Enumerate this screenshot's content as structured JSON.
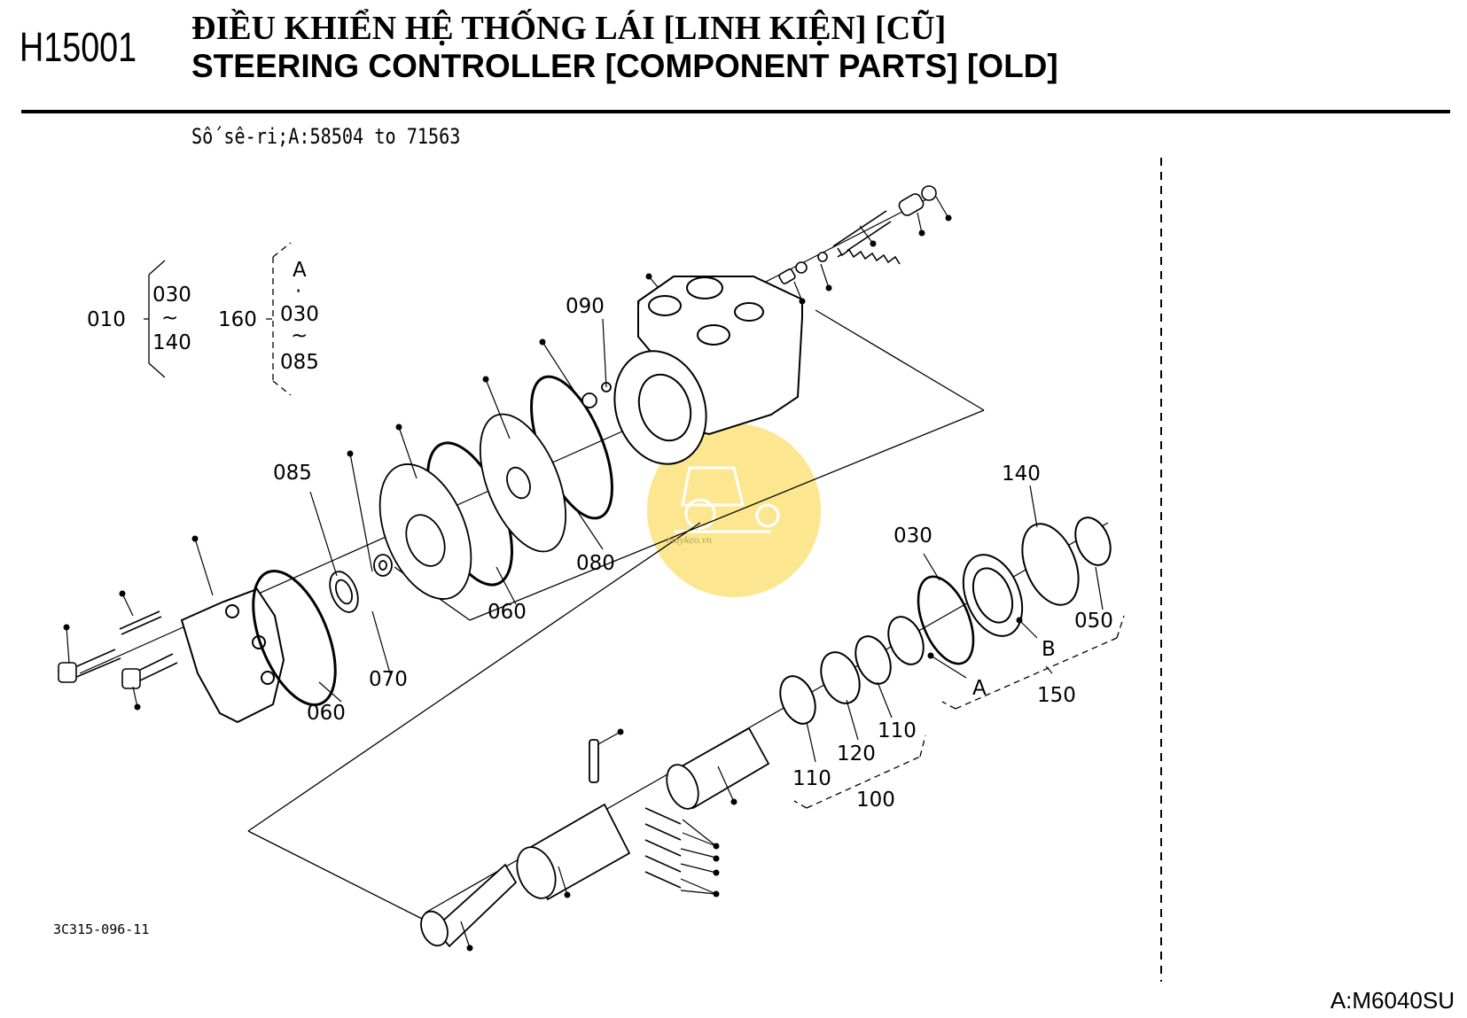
{
  "header": {
    "code": "H15001",
    "title_vi": "ĐIỀU KHIỂN HỆ THỐNG LÁI [LINH KIỆN] [CŨ]",
    "title_en": "STEERING CONTROLLER [COMPONENT PARTS] [OLD]"
  },
  "serial": "Số sê-ri;A:58504 to 71563",
  "drawing_number": "3C315-096-11",
  "model": "A:M6040SU",
  "watermark": {
    "text": "maykeo.vn",
    "color": "#fbe37c"
  },
  "callouts": {
    "g010": {
      "main": "010",
      "from": "030",
      "tilde": "~",
      "to": "140"
    },
    "g160": {
      "main": "160",
      "a": "A",
      "dot": "·",
      "from": "030",
      "tilde": "~",
      "to": "085"
    },
    "p090": "090",
    "p085": "085",
    "p080": "080",
    "p060a": "060",
    "p060b": "060",
    "p070": "070",
    "p140": "140",
    "p030": "030",
    "p050": "050",
    "pB": "B",
    "pA": "A",
    "p150": "150",
    "p110a": "110",
    "p120": "120",
    "p110b": "110",
    "p100": "100"
  }
}
